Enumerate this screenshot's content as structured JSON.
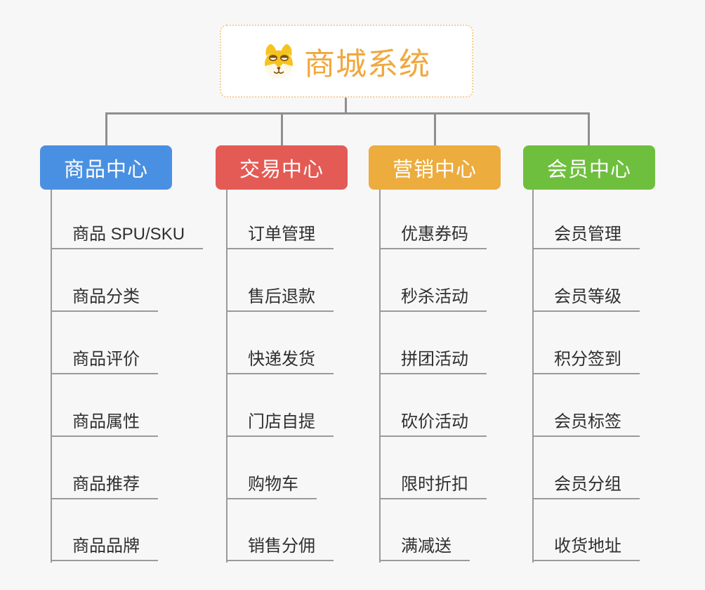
{
  "root": {
    "title": "商城系统",
    "icon": "shiba-dog-icon"
  },
  "palette": {
    "canvas-bg": "#F7F7F8",
    "connector": "#8F8F8F",
    "child-line": "#9A9A9A",
    "child-text": "#2F2F2F",
    "root-title": "#F0A83E",
    "root-border": "#F3CE94",
    "branch-text": "#FFFFFF"
  },
  "branches": [
    {
      "label": "商品中心",
      "color": "#4A90E2",
      "items": [
        "商品 SPU/SKU",
        "商品分类",
        "商品评价",
        "商品属性",
        "商品推荐",
        "商品品牌"
      ]
    },
    {
      "label": "交易中心",
      "color": "#E45B55",
      "items": [
        "订单管理",
        "售后退款",
        "快递发货",
        "门店自提",
        "购物车",
        "销售分佣"
      ]
    },
    {
      "label": "营销中心",
      "color": "#ECAC3E",
      "items": [
        "优惠券码",
        "秒杀活动",
        "拼团活动",
        "砍价活动",
        "限时折扣",
        "满减送"
      ]
    },
    {
      "label": "会员中心",
      "color": "#6FBF3E",
      "items": [
        "会员管理",
        "会员等级",
        "积分签到",
        "会员标签",
        "会员分组",
        "收货地址"
      ]
    }
  ]
}
